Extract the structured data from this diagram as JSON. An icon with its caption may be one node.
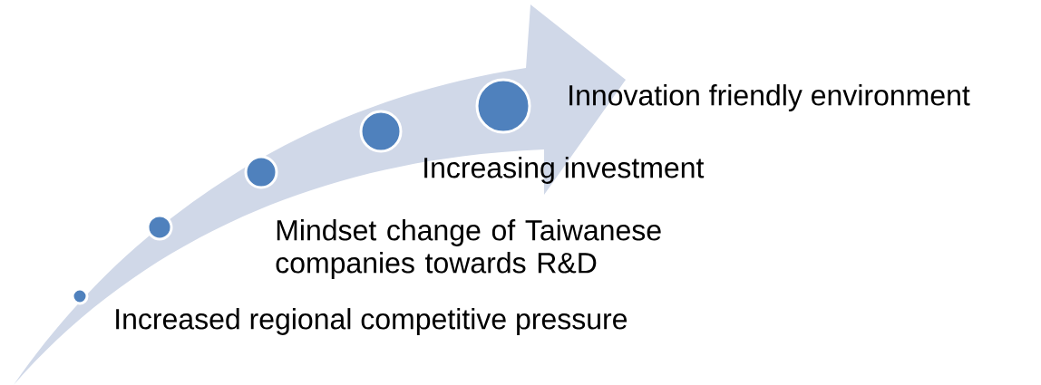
{
  "diagram": {
    "nodes": [
      {
        "text": [],
        "shape": "circle"
      },
      {
        "text": [],
        "shape": "circle"
      },
      {
        "text": [],
        "shape": "circle"
      },
      {
        "text": [],
        "shape": "circle"
      },
      {
        "text": [],
        "shape": "circle"
      }
    ],
    "labels": [
      "Innovation friendly environment",
      "Increasing investment",
      "Mindset change of Taiwanese companies towards R&D",
      "Increased regional competitive pressure"
    ]
  }
}
